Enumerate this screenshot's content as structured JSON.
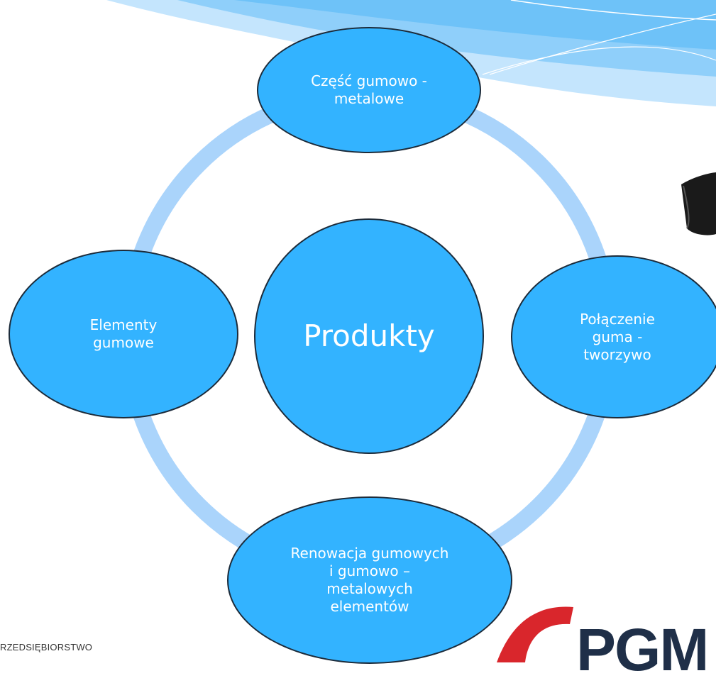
{
  "diagram": {
    "center": {
      "label": "Produkty"
    },
    "nodes": [
      {
        "id": "top",
        "label": "Część gumowo -\nmetalowe"
      },
      {
        "id": "right",
        "label": "Połączenie\nguma -\ntworzywo"
      },
      {
        "id": "bottom",
        "label": "Renowacja gumowych\ni gumowo –\nmetalowych\nelementów"
      },
      {
        "id": "left",
        "label": "Elementy\ngumowe"
      }
    ]
  },
  "footer": {
    "text": "RZEDSIĘBIORSTWO"
  },
  "logo": {
    "text": "PGM"
  },
  "colors": {
    "node_fill": "#33b3ff",
    "node_border": "#1c2b3a",
    "ring": "#aad4fb",
    "logo_red": "#d9262c",
    "logo_navy": "#1f2f48",
    "wave_light": "#c4e5fd",
    "wave_mid": "#8fcffa"
  }
}
